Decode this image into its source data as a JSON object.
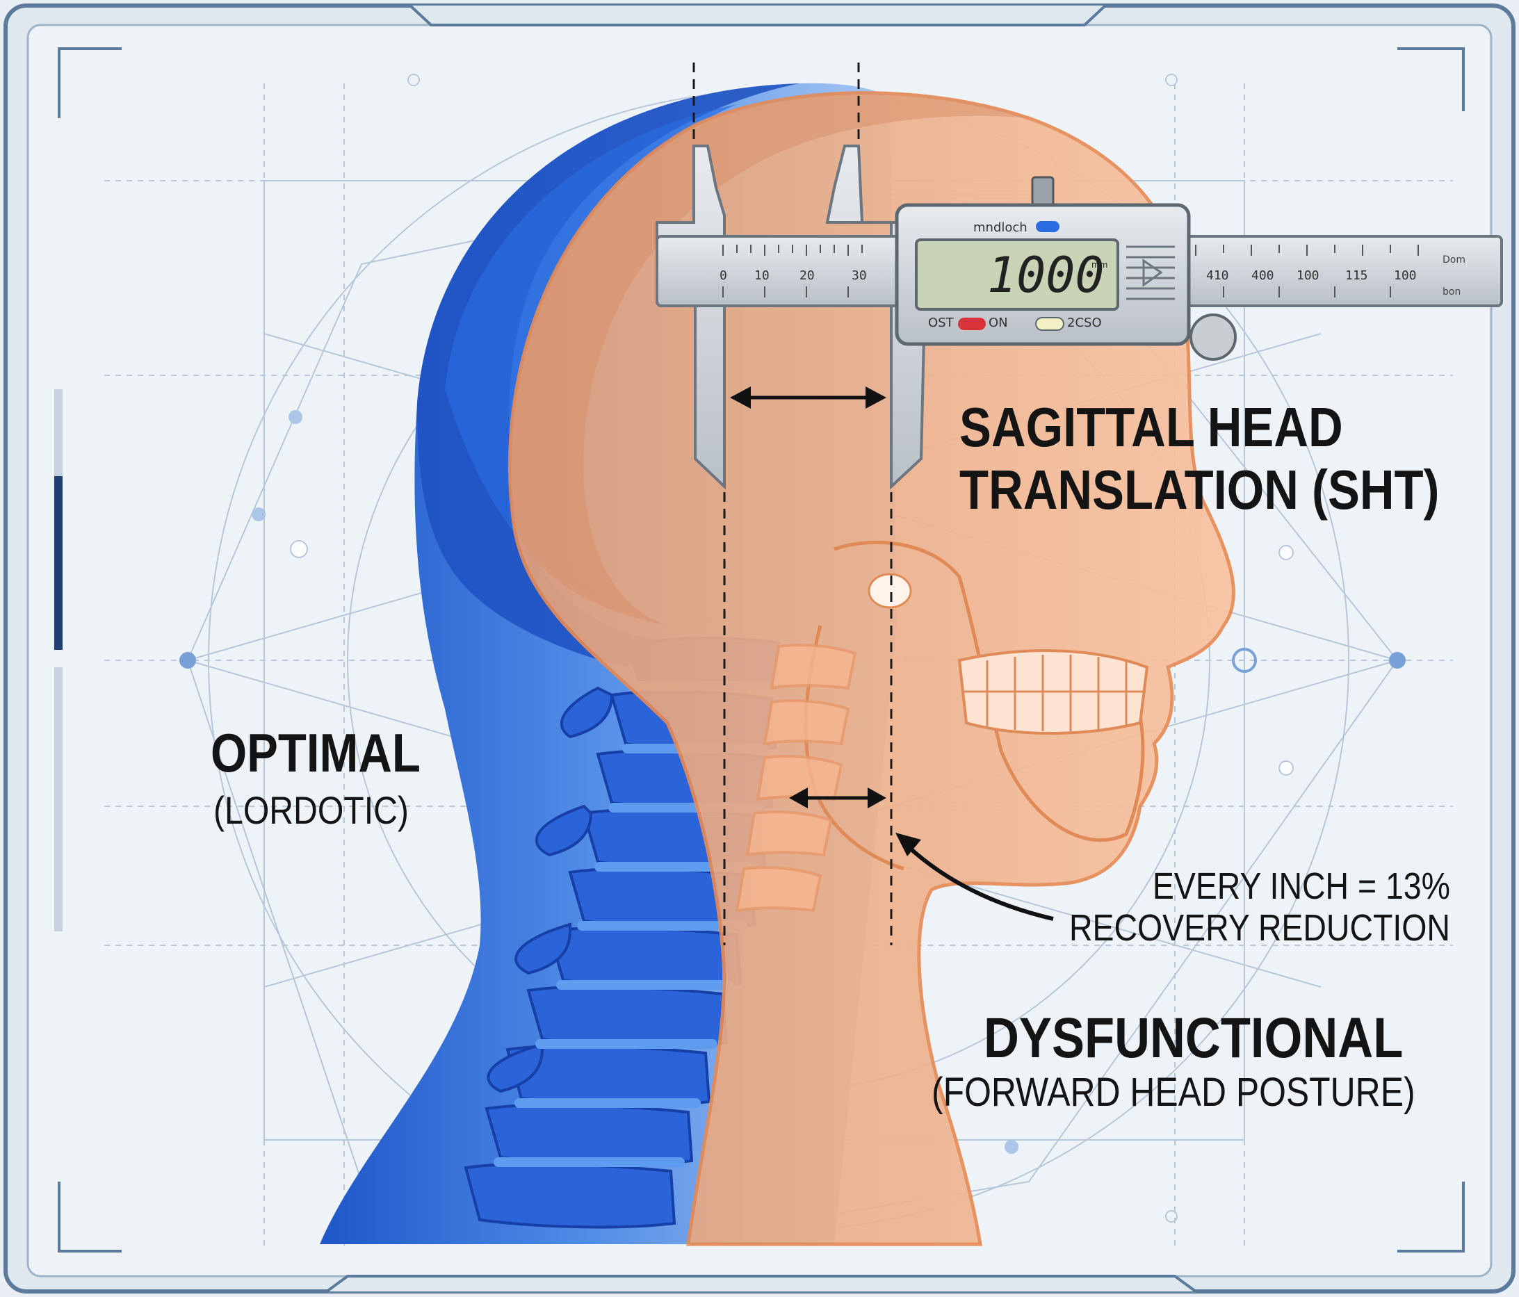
{
  "labels": {
    "sht_line1": "SAGITTAL HEAD",
    "sht_line2": "TRANSLATION (SHT)",
    "optimal": "OPTIMAL",
    "optimal_sub": "(LORDOTIC)",
    "stat_line1": "EVERY INCH = 13%",
    "stat_line2": "RECOVERY REDUCTION",
    "dysfunctional": "DYSFUNCTIONAL",
    "dysfunctional_sub": "(FORWARD HEAD POSTURE)"
  },
  "caliper": {
    "brand": "mndloch",
    "reading": "1000",
    "unit": "mm",
    "button_left": "OST",
    "button_on": "ON",
    "button_right": "2CSO",
    "scale_left": [
      "0",
      "10",
      "20",
      "30"
    ],
    "scale_right": [
      "410",
      "400",
      "100",
      "115",
      "100"
    ],
    "scale_end_top": "Dom",
    "scale_end_bottom": "bon"
  },
  "colors": {
    "background": "#e9eff5",
    "optimal_blue": "#2f6fd6",
    "dysfunctional_orange": "#f0a878",
    "frame": "#5b7a9c",
    "lcd": "#c9d3b5"
  }
}
